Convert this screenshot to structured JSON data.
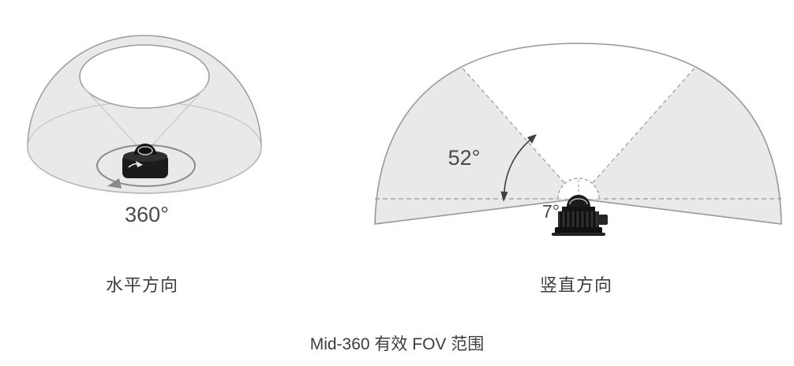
{
  "page": {
    "caption": "Mid-360 有效 FOV 范围"
  },
  "horizontal_diagram": {
    "label": "水平方向",
    "rotation_angle": "360°"
  },
  "vertical_diagram": {
    "label": "竖直方向",
    "upper_fov_angle": "52°",
    "lower_fov_angle": "7°"
  },
  "icons": {
    "lidar_device": "lidar-sensor-icon",
    "rotation_arrow": "circular-rotation-arrow-icon",
    "fov_arc_arrow": "angle-measurement-arrow-icon"
  },
  "colors": {
    "dome_fill": "#e9e9e9",
    "outline_gray": "#9b9b9b",
    "text_dark": "#4a4a4a",
    "device_black": "#1b1b1b",
    "background": "#ffffff"
  }
}
